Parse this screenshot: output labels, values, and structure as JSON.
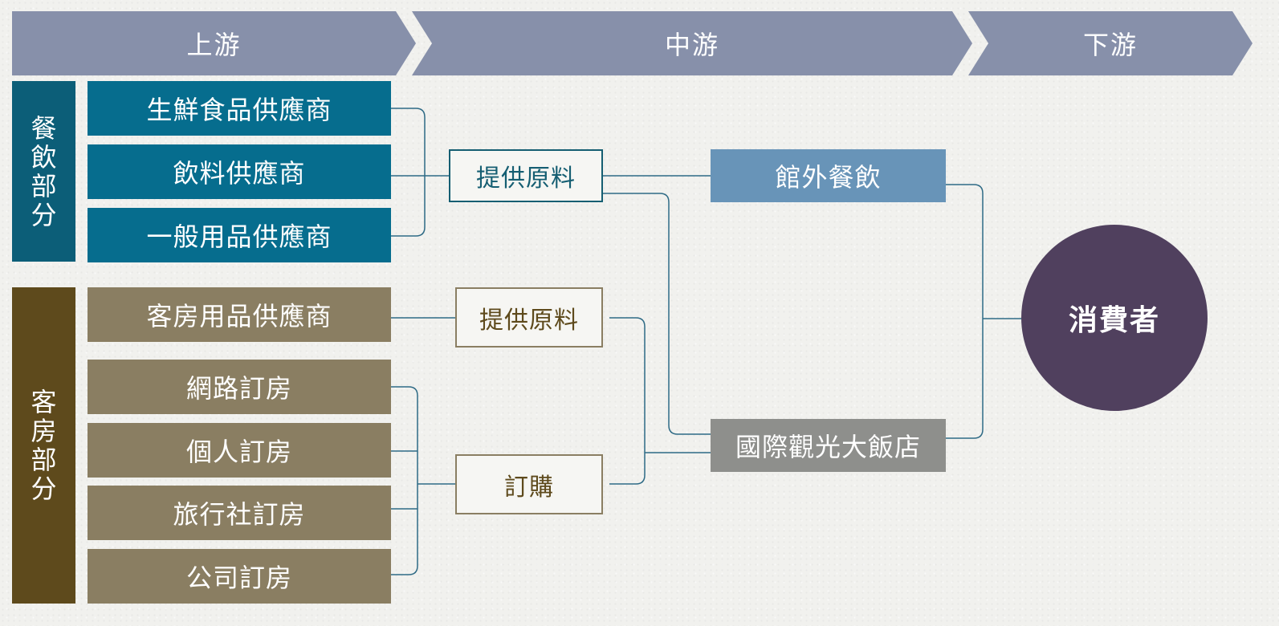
{
  "stages": [
    "上游",
    "中游",
    "下游"
  ],
  "departments": {
    "food": "餐飲部分",
    "rooms": "客房部分"
  },
  "suppliers": {
    "fresh_food": "生鮮食品供應商",
    "beverage": "飲料供應商",
    "general": "一般用品供應商",
    "room_supplies": "客房用品供應商"
  },
  "bookings": {
    "online": "網路訂房",
    "individual": "個人訂房",
    "travel_agency": "旅行社訂房",
    "company": "公司訂房"
  },
  "actions": {
    "supply_food": "提供原料",
    "supply_room": "提供原料",
    "order": "訂購"
  },
  "midstream": {
    "catering": "館外餐飲",
    "hotel": "國際觀光大飯店"
  },
  "consumer": "消費者",
  "colors": {
    "chevron": "#8790aa",
    "food_dark": "#0c5e78",
    "food_box": "#066d8e",
    "room_dark": "#5e4a1c",
    "room_box": "#8a7e62",
    "catering": "#6894b8",
    "hotel": "#8e8f8c",
    "consumer": "#50405e",
    "line": "#2e6a85"
  }
}
